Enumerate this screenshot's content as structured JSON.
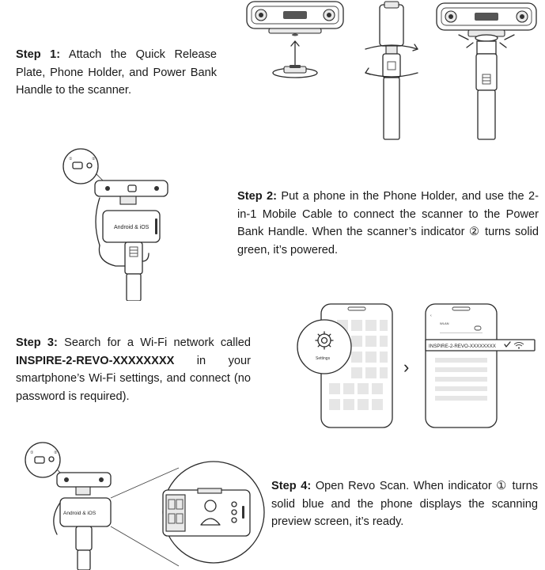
{
  "steps": [
    {
      "label": "Step 1:",
      "text": " Attach the Quick Release Plate, Phone Holder, and Power Bank Handle to the scanner."
    },
    {
      "label": "Step 2:",
      "text": " Put a phone in the Phone Holder, and use the 2-in-1 Mobile Cable to connect the scanner to the Power Bank Handle. When the scanner’s indicator ② turns solid green, it’s powered."
    },
    {
      "label": "Step 3:",
      "text_before": " Search for a Wi-Fi network called ",
      "network": "INSPIRE-2-REVO-XXXXXXXX",
      "text_after": " in your smartphone’s Wi-Fi settings, and connect (no password is required)."
    },
    {
      "label": "Step 4:",
      "text": " Open Revo Scan. When indicator ① turns solid blue and the phone displays the scanning preview screen, it’s ready."
    }
  ],
  "illustrations": {
    "phone_label": "Android & iOS",
    "settings_label": "Settings",
    "wlan_label": "WLAN",
    "wifi_network_item": "INSPIRE-2-REVO-XXXXXXXX",
    "indicator_1": "①",
    "indicator_2": "②",
    "next_arrow": "›",
    "icons": [
      "gear-icon",
      "wifi-icon",
      "checkmark-icon",
      "toggle-icon",
      "chevron-right-icon"
    ]
  }
}
